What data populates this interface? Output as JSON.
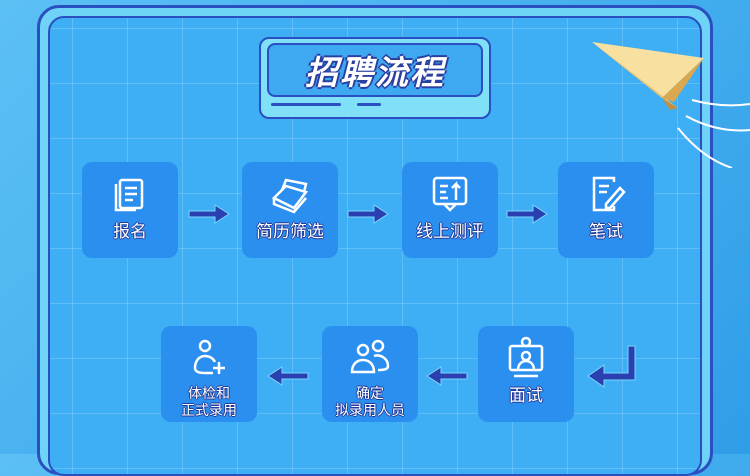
{
  "title": "招聘流程",
  "steps": [
    {
      "label": "报名",
      "icon": "document-icon"
    },
    {
      "label": "简历筛选",
      "icon": "resume-stack-icon"
    },
    {
      "label": "线上测评",
      "icon": "online-assessment-icon"
    },
    {
      "label": "笔试",
      "icon": "written-test-icon"
    },
    {
      "label": "面试",
      "icon": "interview-icon"
    },
    {
      "label_line1": "确定",
      "label_line2": "拟录用人员",
      "icon": "group-icon"
    },
    {
      "label_line1": "体检和",
      "label_line2": "正式录用",
      "icon": "add-user-icon"
    }
  ],
  "colors": {
    "card": "#2b8ff0",
    "panel": "#3eaef5",
    "arrow": "#2a3fb0",
    "border": "#2a4fc0"
  }
}
